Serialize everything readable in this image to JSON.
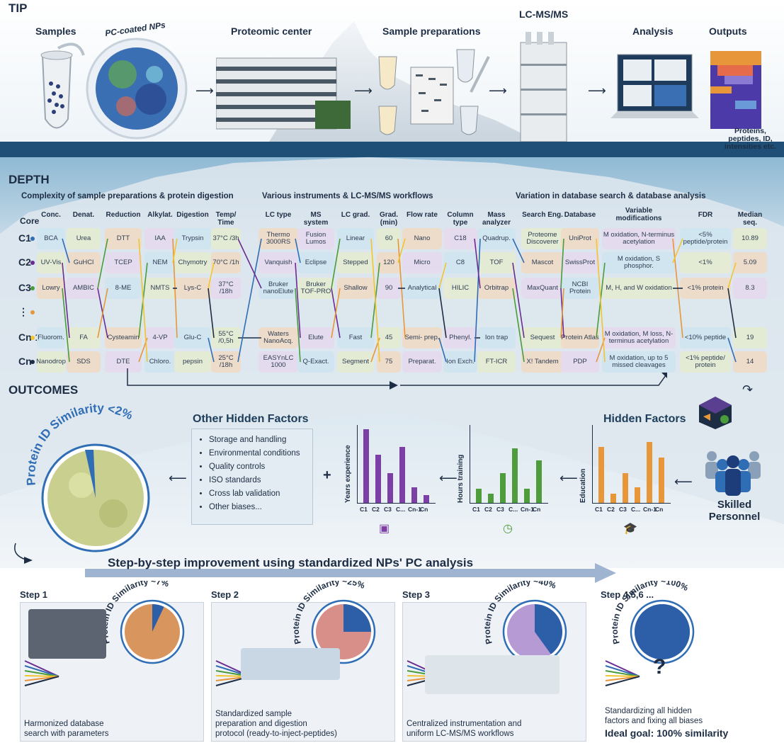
{
  "colors": {
    "purple": "#6a2c91",
    "green": "#4a9b3a",
    "orange": "#e8963a",
    "blue": "#2f6db5",
    "navy": "#1d2d44",
    "teal": "#2a8fb8",
    "yellow": "#f2c430"
  },
  "tip": {
    "section": "TIP",
    "samples": "Samples",
    "pc_coated": "PC-coated NPs",
    "proteomic_center": "Proteomic center",
    "sample_prep": "Sample preparations",
    "lcms": "LC-MS/MS",
    "analysis": "Analysis",
    "outputs": "Outputs",
    "outputs_desc": [
      "Proteins,",
      "peptides, ID,",
      "intensities etc."
    ]
  },
  "depth": {
    "section": "DEPTH",
    "group1": "Complexity of sample preparations & protein digestion",
    "group2": "Various instruments & LC-MS/MS workflows",
    "group3": "Variation in database search & database analysis",
    "core_label": "Core",
    "rows": [
      "C1",
      "C2",
      "C3",
      "⋮",
      "Cn-1",
      "Cn"
    ],
    "headers": [
      "Conc.",
      "Denat.",
      "Reduction",
      "Alkylat.",
      "Digestion",
      "Temp/ Time",
      "LC type",
      "MS system",
      "LC grad.",
      "Grad. (min)",
      "Flow rate",
      "Column type",
      "Mass analyzer",
      "Search Eng.",
      "Database",
      "Variable modifications",
      "FDR",
      "Median seq."
    ],
    "columns": [
      [
        "BCA",
        "UV-Vis",
        "Lowry",
        "",
        "Fluorom.",
        "Nanodrop"
      ],
      [
        "Urea",
        "GuHCl",
        "AMBIC",
        "",
        "FA",
        "SDS"
      ],
      [
        "DTT",
        "TCEP",
        "8-ME",
        "",
        "Cysteamin",
        "DTE"
      ],
      [
        "IAA",
        "NEM",
        "NMTS",
        "",
        "4-VP",
        "Chloro."
      ],
      [
        "Trypsin",
        "Chymotry",
        "Lys-C",
        "",
        "Glu-C",
        "pepsin"
      ],
      [
        "37°C /3h",
        "70°C /1h",
        "37°C /18h",
        "",
        "55°C /0,5h",
        "25°C /18h"
      ],
      [
        "Thermo 3000RS",
        "Vanquish",
        "Bruker nanoElute",
        "",
        "Waters NanoAcq.",
        "EASYnLC 1000"
      ],
      [
        "Fusion Lumos",
        "Eclipse",
        "Bruker TOF-PRO",
        "",
        "Elute",
        "Q-Exact."
      ],
      [
        "Linear",
        "Stepped",
        "Shallow",
        "",
        "Fast",
        "Segment"
      ],
      [
        "60",
        "120",
        "90",
        "",
        "45",
        "75"
      ],
      [
        "Nano",
        "Micro",
        "Analytical",
        "",
        "Semi- prep.",
        "Preparat."
      ],
      [
        "C18",
        "C8",
        "HILIC",
        "",
        "Phenyl.",
        "Ion Exch."
      ],
      [
        "Quadrup.",
        "TOF",
        "Orbitrap",
        "",
        "Ion trap",
        "FT-ICR"
      ],
      [
        "Proteome Discoverer",
        "Mascot",
        "MaxQuant",
        "",
        "Sequest",
        "X! Tandem"
      ],
      [
        "UniProt",
        "SwissProt",
        "NCBI Protein",
        "",
        "Protein Atlas",
        "PDP"
      ],
      [
        "M oxidation, N-terminus acetylation",
        "M oxidation, S phosphor.",
        "M, H, and W oxidation",
        "",
        "M oxidation, M loss, N-terminus acetylation",
        "M oxidation, up to 5 missed cleavages"
      ],
      [
        "<5% peptide/protein",
        "<1%",
        "<1% protein",
        "",
        "<10% peptide",
        "<1% peptide/ protein"
      ],
      [
        "10.89",
        "5.09",
        "8.3",
        "",
        "19",
        "14"
      ]
    ]
  },
  "outcomes": {
    "section": "OUTCOMES",
    "similarity_label": "Protein ID Similarity",
    "similarity_value": "<2%",
    "other_hidden_title": "Other Hidden Factors",
    "other_hidden_items": [
      "Storage and handling",
      "Environmental conditions",
      "Quality controls",
      "ISO standards",
      "Cross lab validation",
      "Other biases..."
    ],
    "hidden_title": "Hidden Factors",
    "skilled": [
      "Skilled",
      "Personnel"
    ],
    "plus": "+",
    "charts": [
      {
        "ylabel": "Years experience",
        "color": "#7b3fa6",
        "values": [
          0.95,
          0.62,
          0.38,
          0.72,
          0.2,
          0.1
        ]
      },
      {
        "ylabel": "Hours training",
        "color": "#4e9c3c",
        "values": [
          0.18,
          0.12,
          0.38,
          0.7,
          0.18,
          0.55
        ]
      },
      {
        "ylabel": "Education",
        "color": "#e8963a",
        "values": [
          0.72,
          0.12,
          0.38,
          0.2,
          0.78,
          0.58
        ]
      }
    ],
    "chart_ticks": [
      "C1",
      "C2",
      "C3",
      "C...",
      "Cn-1",
      "Cn"
    ]
  },
  "steps": {
    "banner": "Step-by-step improvement using standardized NPs' PC analysis",
    "items": [
      {
        "title": "Step 1",
        "sim": "Protein ID Similarity ~7%",
        "desc": [
          "Harmonized database",
          "search with parameters"
        ],
        "fill": 0.07,
        "color": "#d8965e"
      },
      {
        "title": "Step 2",
        "sim": "Protein ID Similarity ~25%",
        "desc": [
          "Standardized sample",
          "preparation and digestion",
          "protocol (ready-to-inject-peptides)"
        ],
        "fill": 0.25,
        "color": "#d88f8a"
      },
      {
        "title": "Step 3",
        "sim": "Protein ID Similarity ~40%",
        "desc": [
          "Centralized instrumentation and",
          "uniform LC-MS/MS workflows"
        ],
        "fill": 0.4,
        "color": "#b59ad4"
      },
      {
        "title": "Step 4,5,6 ...",
        "sim": "Protein ID Similarity ~100%",
        "desc": [
          "Standardizing all hidden",
          "factors and fixing all biases"
        ],
        "ideal": "Ideal goal: 100% similarity",
        "fill": 1.0,
        "color": "#3a7fd0"
      }
    ],
    "question": "?"
  }
}
